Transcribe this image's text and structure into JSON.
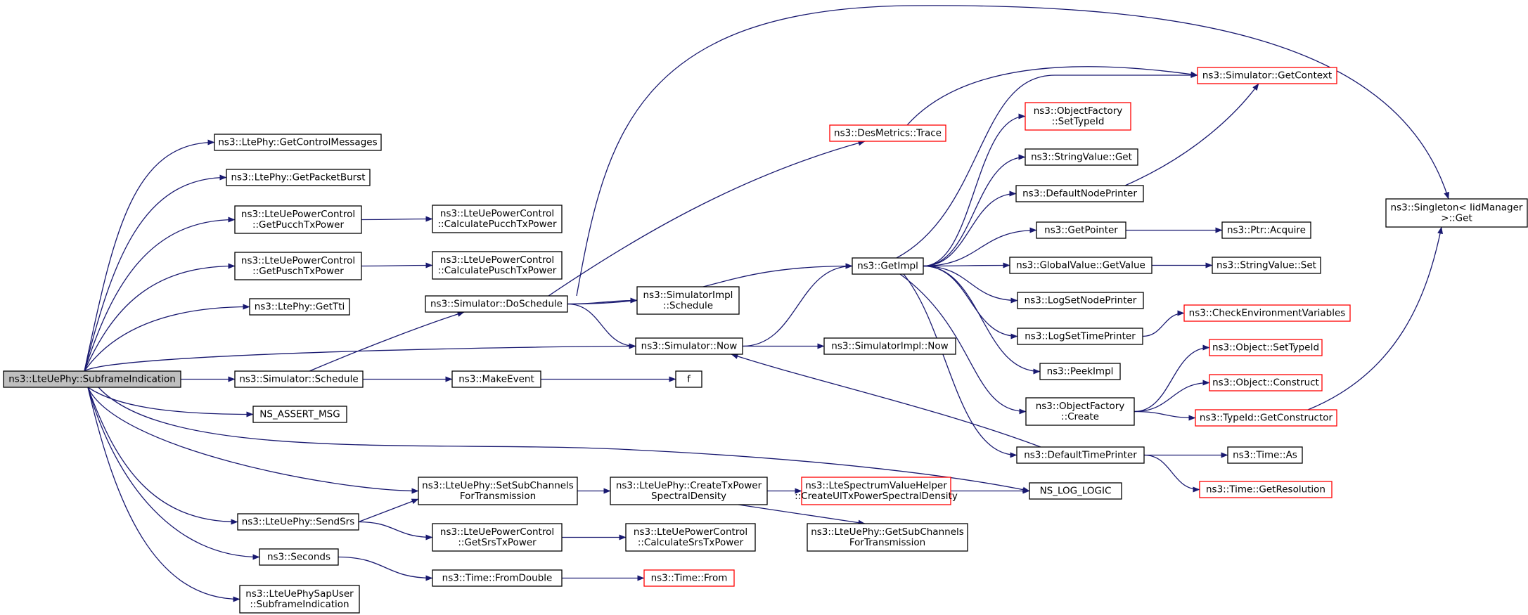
{
  "colors": {
    "edge": "#191970",
    "node_border": "#000000",
    "node_border_truncated": "#ff0000",
    "node_fill": "#ffffff",
    "focus_fill": "#bfbfbf",
    "text": "#000000"
  },
  "nodes": [
    {
      "id": "n0",
      "lines": [
        "ns3::LteUePhy::SubframeIndication"
      ],
      "style": "focus"
    },
    {
      "id": "n1",
      "lines": [
        "ns3::LtePhy::GetControlMessages"
      ],
      "style": "normal"
    },
    {
      "id": "n2",
      "lines": [
        "ns3::LtePhy::GetPacketBurst"
      ],
      "style": "normal"
    },
    {
      "id": "n3",
      "lines": [
        "ns3::LteUePowerControl",
        "::GetPucchTxPower"
      ],
      "style": "normal"
    },
    {
      "id": "n4",
      "lines": [
        "ns3::LteUePowerControl",
        "::CalculatePucchTxPower"
      ],
      "style": "normal"
    },
    {
      "id": "n5",
      "lines": [
        "ns3::LteUePowerControl",
        "::GetPuschTxPower"
      ],
      "style": "normal"
    },
    {
      "id": "n6",
      "lines": [
        "ns3::LteUePowerControl",
        "::CalculatePuschTxPower"
      ],
      "style": "normal"
    },
    {
      "id": "n7",
      "lines": [
        "ns3::LtePhy::GetTti"
      ],
      "style": "normal"
    },
    {
      "id": "n8",
      "lines": [
        "ns3::Simulator::DoSchedule"
      ],
      "style": "normal"
    },
    {
      "id": "n9",
      "lines": [
        "ns3::SimulatorImpl",
        "::Schedule"
      ],
      "style": "normal"
    },
    {
      "id": "n10",
      "lines": [
        "ns3::Simulator::Now"
      ],
      "style": "normal"
    },
    {
      "id": "n11",
      "lines": [
        "ns3::SimulatorImpl::Now"
      ],
      "style": "normal"
    },
    {
      "id": "n12",
      "lines": [
        "ns3::Simulator::Schedule"
      ],
      "style": "normal"
    },
    {
      "id": "n13",
      "lines": [
        "ns3::MakeEvent"
      ],
      "style": "normal"
    },
    {
      "id": "n14",
      "lines": [
        "f"
      ],
      "style": "normal"
    },
    {
      "id": "n15",
      "lines": [
        "NS_ASSERT_MSG"
      ],
      "style": "normal"
    },
    {
      "id": "n16",
      "lines": [
        "ns3::LteUePhy::SetSubChannels",
        "ForTransmission"
      ],
      "style": "normal"
    },
    {
      "id": "n17",
      "lines": [
        "ns3::LteUePhy::CreateTxPower",
        "SpectralDensity"
      ],
      "style": "normal"
    },
    {
      "id": "n18",
      "lines": [
        "ns3::LteSpectrumValueHelper",
        "::CreateUlTxPowerSpectralDensity"
      ],
      "style": "truncated"
    },
    {
      "id": "n19",
      "lines": [
        "NS_LOG_LOGIC"
      ],
      "style": "normal"
    },
    {
      "id": "n20",
      "lines": [
        "ns3::LteUePhy::GetSubChannels",
        "ForTransmission"
      ],
      "style": "normal"
    },
    {
      "id": "n21",
      "lines": [
        "ns3::LteUePhy::SendSrs"
      ],
      "style": "normal"
    },
    {
      "id": "n22",
      "lines": [
        "ns3::LteUePowerControl",
        "::GetSrsTxPower"
      ],
      "style": "normal"
    },
    {
      "id": "n23",
      "lines": [
        "ns3::LteUePowerControl",
        "::CalculateSrsTxPower"
      ],
      "style": "normal"
    },
    {
      "id": "n24",
      "lines": [
        "ns3::Seconds"
      ],
      "style": "normal"
    },
    {
      "id": "n25",
      "lines": [
        "ns3::Time::FromDouble"
      ],
      "style": "normal"
    },
    {
      "id": "n26",
      "lines": [
        "ns3::Time::From"
      ],
      "style": "truncated"
    },
    {
      "id": "n27",
      "lines": [
        "ns3::LteUePhySapUser",
        "::SubframeIndication"
      ],
      "style": "normal"
    },
    {
      "id": "n28",
      "lines": [
        "ns3::DesMetrics::Trace"
      ],
      "style": "truncated"
    },
    {
      "id": "n29",
      "lines": [
        "ns3::Simulator::GetContext"
      ],
      "style": "truncated"
    },
    {
      "id": "n30",
      "lines": [
        "ns3::GetImpl"
      ],
      "style": "normal"
    },
    {
      "id": "n31",
      "lines": [
        "ns3::ObjectFactory",
        "::SetTypeId"
      ],
      "style": "truncated"
    },
    {
      "id": "n32",
      "lines": [
        "ns3::StringValue::Get"
      ],
      "style": "normal"
    },
    {
      "id": "n33",
      "lines": [
        "ns3::DefaultNodePrinter"
      ],
      "style": "normal"
    },
    {
      "id": "n34",
      "lines": [
        "ns3::GetPointer"
      ],
      "style": "normal"
    },
    {
      "id": "n35",
      "lines": [
        "ns3::Ptr::Acquire"
      ],
      "style": "normal"
    },
    {
      "id": "n36",
      "lines": [
        "ns3::GlobalValue::GetValue"
      ],
      "style": "normal"
    },
    {
      "id": "n37",
      "lines": [
        "ns3::StringValue::Set"
      ],
      "style": "normal"
    },
    {
      "id": "n38",
      "lines": [
        "ns3::LogSetNodePrinter"
      ],
      "style": "normal"
    },
    {
      "id": "n39",
      "lines": [
        "ns3::LogSetTimePrinter"
      ],
      "style": "normal"
    },
    {
      "id": "n40",
      "lines": [
        "ns3::CheckEnvironmentVariables"
      ],
      "style": "truncated"
    },
    {
      "id": "n41",
      "lines": [
        "ns3::PeekImpl"
      ],
      "style": "normal"
    },
    {
      "id": "n42",
      "lines": [
        "ns3::ObjectFactory",
        "::Create"
      ],
      "style": "normal"
    },
    {
      "id": "n43",
      "lines": [
        "ns3::Object::SetTypeId"
      ],
      "style": "truncated"
    },
    {
      "id": "n44",
      "lines": [
        "ns3::Object::Construct"
      ],
      "style": "truncated"
    },
    {
      "id": "n45",
      "lines": [
        "ns3::TypeId::GetConstructor"
      ],
      "style": "truncated"
    },
    {
      "id": "n46",
      "lines": [
        "ns3::DefaultTimePrinter"
      ],
      "style": "normal"
    },
    {
      "id": "n47",
      "lines": [
        "ns3::Time::As"
      ],
      "style": "normal"
    },
    {
      "id": "n48",
      "lines": [
        "ns3::Time::GetResolution"
      ],
      "style": "truncated"
    },
    {
      "id": "n49",
      "lines": [
        "ns3::Singleton< IidManager",
        " >::Get"
      ],
      "style": "normal"
    }
  ],
  "edges": [
    [
      "n0",
      "n1"
    ],
    [
      "n0",
      "n2"
    ],
    [
      "n0",
      "n3"
    ],
    [
      "n0",
      "n5"
    ],
    [
      "n0",
      "n7"
    ],
    [
      "n0",
      "n10"
    ],
    [
      "n0",
      "n12"
    ],
    [
      "n0",
      "n15"
    ],
    [
      "n0",
      "n16"
    ],
    [
      "n0",
      "n19"
    ],
    [
      "n0",
      "n21"
    ],
    [
      "n0",
      "n24"
    ],
    [
      "n0",
      "n27"
    ],
    [
      "n3",
      "n4"
    ],
    [
      "n5",
      "n6"
    ],
    [
      "n8",
      "n9"
    ],
    [
      "n8",
      "n10"
    ],
    [
      "n8",
      "n30"
    ],
    [
      "n8",
      "n28"
    ],
    [
      "n8",
      "n49"
    ],
    [
      "n10",
      "n11"
    ],
    [
      "n10",
      "n30"
    ],
    [
      "n12",
      "n8"
    ],
    [
      "n12",
      "n13"
    ],
    [
      "n13",
      "n14"
    ],
    [
      "n16",
      "n17"
    ],
    [
      "n17",
      "n18"
    ],
    [
      "n17",
      "n20"
    ],
    [
      "n18",
      "n19"
    ],
    [
      "n21",
      "n16"
    ],
    [
      "n21",
      "n22"
    ],
    [
      "n22",
      "n23"
    ],
    [
      "n24",
      "n25"
    ],
    [
      "n25",
      "n26"
    ],
    [
      "n28",
      "n29"
    ],
    [
      "n30",
      "n29"
    ],
    [
      "n30",
      "n31"
    ],
    [
      "n30",
      "n32"
    ],
    [
      "n30",
      "n33"
    ],
    [
      "n30",
      "n34"
    ],
    [
      "n30",
      "n36"
    ],
    [
      "n30",
      "n38"
    ],
    [
      "n30",
      "n39"
    ],
    [
      "n30",
      "n41"
    ],
    [
      "n30",
      "n42"
    ],
    [
      "n30",
      "n46"
    ],
    [
      "n33",
      "n29"
    ],
    [
      "n34",
      "n35"
    ],
    [
      "n36",
      "n37"
    ],
    [
      "n39",
      "n40"
    ],
    [
      "n42",
      "n43"
    ],
    [
      "n42",
      "n44"
    ],
    [
      "n42",
      "n45"
    ],
    [
      "n45",
      "n49"
    ],
    [
      "n46",
      "n10"
    ],
    [
      "n46",
      "n47"
    ],
    [
      "n46",
      "n48"
    ]
  ]
}
